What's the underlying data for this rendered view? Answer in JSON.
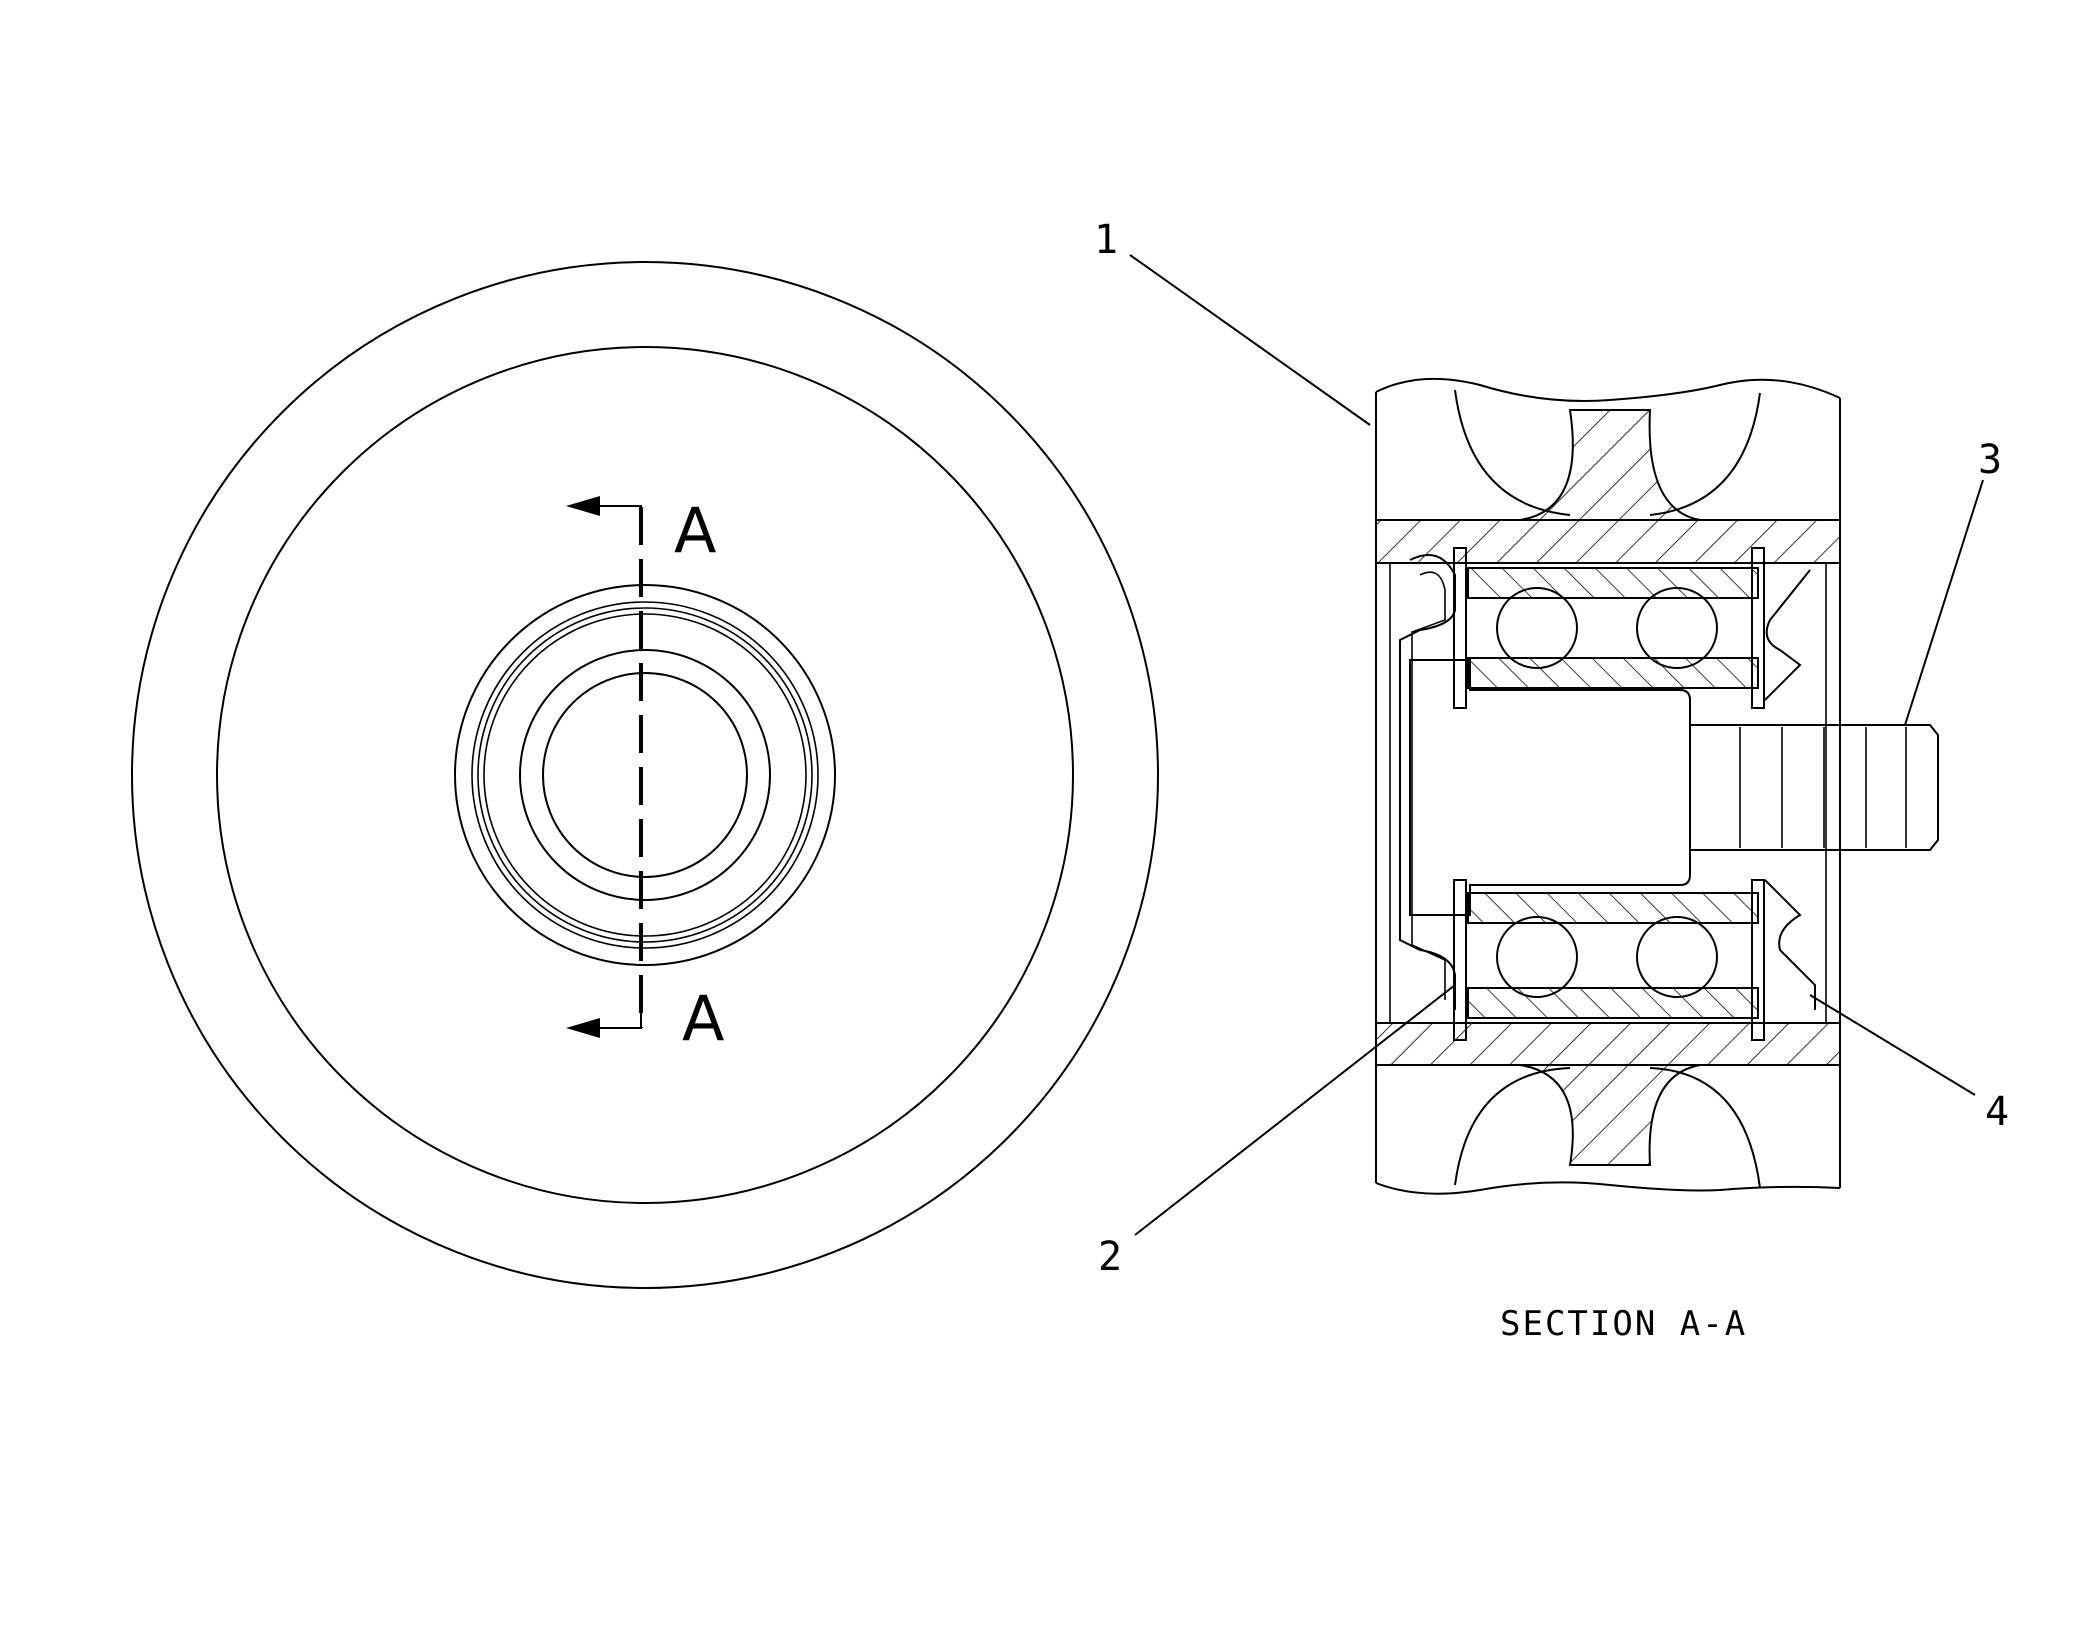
{
  "section_markers": {
    "top": "A",
    "bottom": "A"
  },
  "callouts": {
    "c1": "1",
    "c2": "2",
    "c3": "3",
    "c4": "4"
  },
  "caption": "SECTION A-A",
  "colors": {
    "line": "#000000",
    "background": "#ffffff"
  }
}
